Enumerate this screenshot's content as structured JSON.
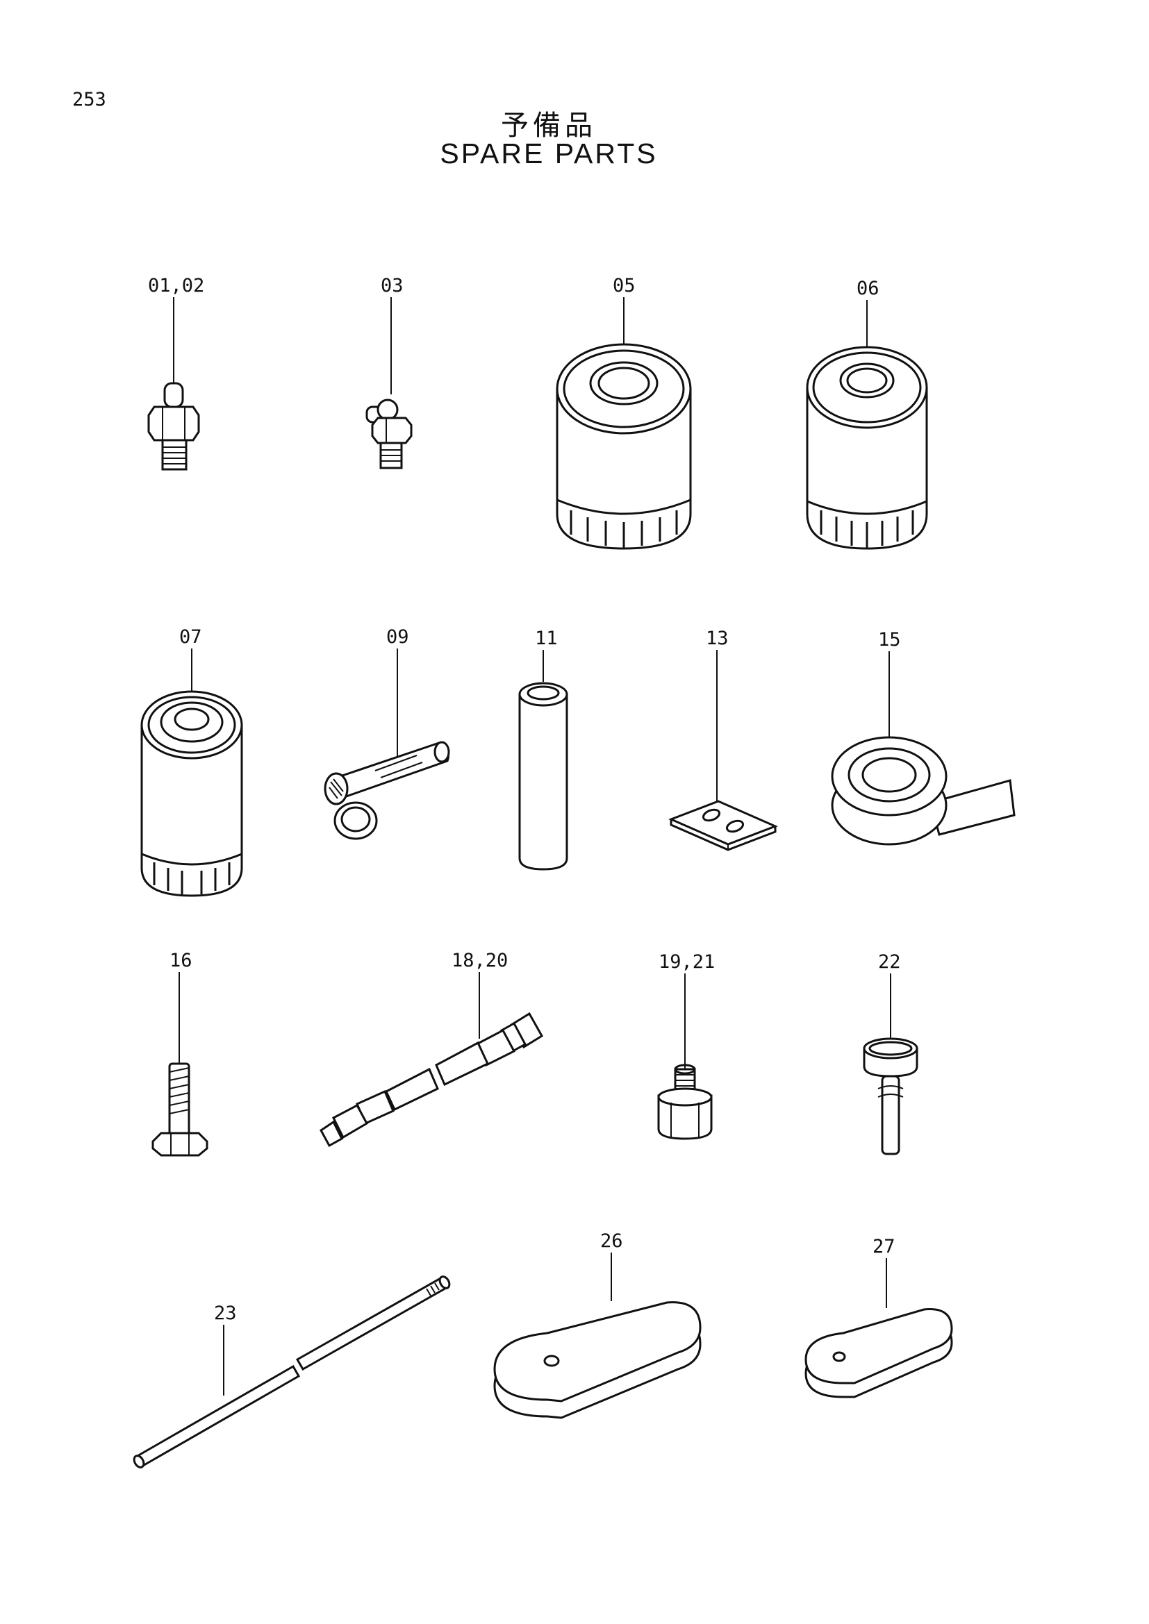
{
  "page_number": "253",
  "title_jp": "予備品",
  "title_en": "SPARE PARTS",
  "parts": [
    {
      "id": "grease-nipple-straight",
      "label": "01,02",
      "icon": "grease-nipple-icon"
    },
    {
      "id": "grease-nipple-angled",
      "label": "03",
      "icon": "angled-grease-nipple-icon"
    },
    {
      "id": "filter-large",
      "label": "05",
      "icon": "oil-filter-icon"
    },
    {
      "id": "filter-medium",
      "label": "06",
      "icon": "oil-filter-icon"
    },
    {
      "id": "filter-tall",
      "label": "07",
      "icon": "fuel-filter-icon"
    },
    {
      "id": "bucket-tooth-pin",
      "label": "09",
      "icon": "spring-pin-icon"
    },
    {
      "id": "pin",
      "label": "11",
      "icon": "pin-icon"
    },
    {
      "id": "plate",
      "label": "13",
      "icon": "plate-icon"
    },
    {
      "id": "seal-tape",
      "label": "15",
      "icon": "tape-roll-icon"
    },
    {
      "id": "bolt",
      "label": "16",
      "icon": "bolt-icon"
    },
    {
      "id": "rod-assembly",
      "label": "18,20",
      "icon": "rod-assembly-icon"
    },
    {
      "id": "plug",
      "label": "19,21",
      "icon": "plug-icon"
    },
    {
      "id": "filter-element-small",
      "label": "22",
      "icon": "strainer-icon"
    },
    {
      "id": "long-rod",
      "label": "23",
      "icon": "rod-icon"
    },
    {
      "id": "belt-large",
      "label": "26",
      "icon": "v-belt-icon"
    },
    {
      "id": "belt-small",
      "label": "27",
      "icon": "v-belt-icon"
    }
  ]
}
